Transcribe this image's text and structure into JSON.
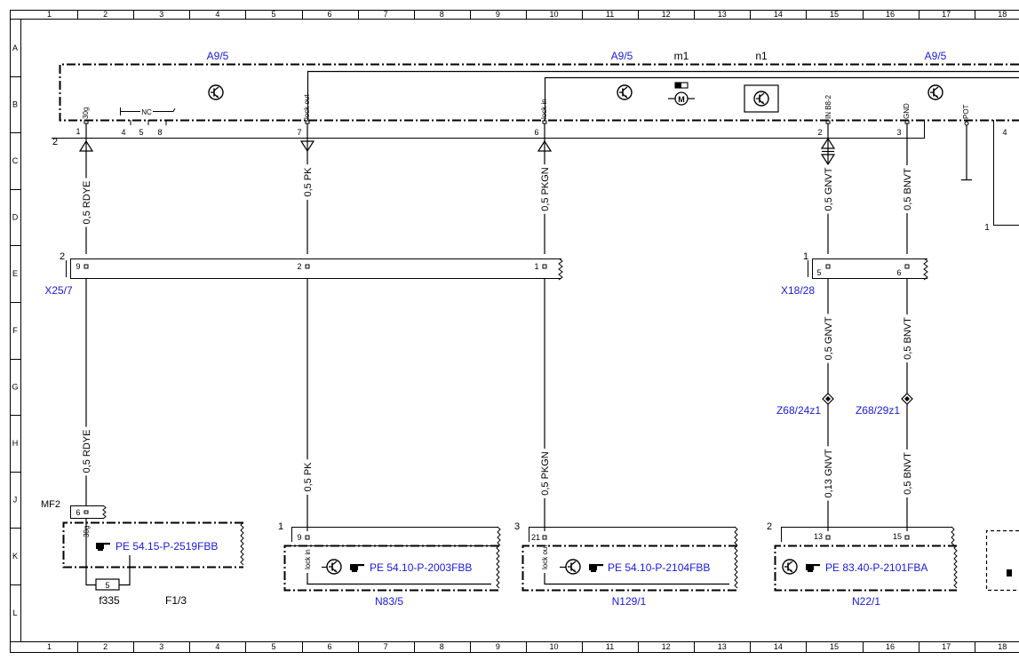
{
  "grid": {
    "columns": [
      "1",
      "2",
      "3",
      "4",
      "5",
      "6",
      "7",
      "8",
      "9",
      "10",
      "11",
      "12",
      "13",
      "14",
      "15",
      "16",
      "17",
      "18"
    ],
    "rows": [
      "A",
      "B",
      "C",
      "D",
      "E",
      "F",
      "G",
      "H",
      "J",
      "K",
      "L"
    ]
  },
  "components": {
    "a9_5_left": "A9/5",
    "a9_5_mid": "A9/5",
    "a9_5_right": "A9/5",
    "m1": "m1",
    "n1": "n1",
    "x25_7": "X25/7",
    "x18_28": "X18/28",
    "z68_24z1": "Z68/24z1",
    "z68_29z1": "Z68/29z1",
    "mf2": "MF2",
    "f335": "f335",
    "f1_3": "F1/3",
    "n83_5": "N83/5",
    "n129_1": "N129/1",
    "n22_1": "N22/1"
  },
  "pins": {
    "p30g": "30g",
    "nc": "NC",
    "lock_out": "lock out",
    "lock_in": "lock in",
    "in_b8_2": "IN B8-2",
    "gnd": "GND",
    "pot": "POT",
    "n1": "1",
    "n2": "2",
    "n3": "3",
    "n4": "4",
    "n5": "5",
    "n6": "6",
    "n7": "7",
    "n8": "8",
    "n9": "9",
    "n13": "13",
    "n15": "15",
    "n21": "21",
    "fuse_5": "5"
  },
  "wires": {
    "w_rdye": "0,5 RDYE",
    "w_pk": "0,5 PK",
    "w_pkgn": "0,5 PKGN",
    "w_gnvt": "0,5 GNVT",
    "w_bnvt": "0,5 BNVT",
    "w_gnvt_013": "0,13 GNVT"
  },
  "references": {
    "ref_2519": "PE 54.15-P-2519FBB",
    "ref_2003": "PE 54.10-P-2003FBB",
    "ref_2104": "PE 54.10-P-2104FBB",
    "ref_2101": "PE 83.40-P-2101FBA"
  },
  "colors": {
    "component_label": "#1a1ad6",
    "line": "#000000",
    "background": "#ffffff"
  }
}
